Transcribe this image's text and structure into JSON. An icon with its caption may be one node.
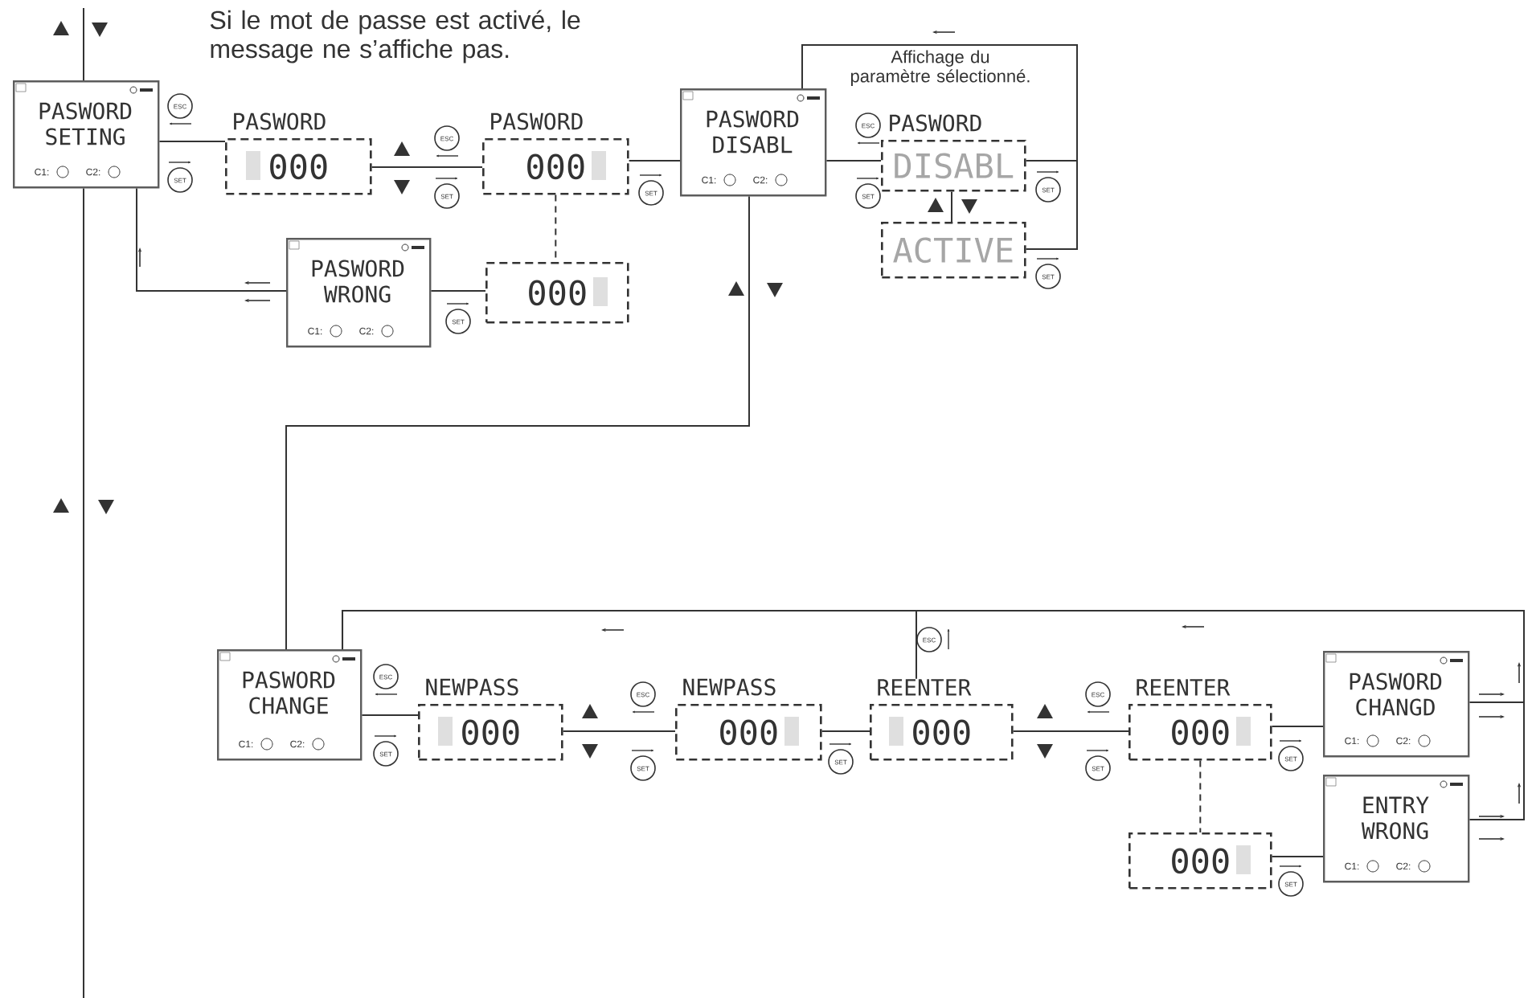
{
  "diagram": {
    "nodes": [
      {
        "text": [
          "PASWORD SETING",
          "C1:",
          "C2:"
        ]
      },
      {
        "text": [
          "PASWORD",
          "000"
        ]
      },
      {
        "text": [
          "PASWORD",
          "000"
        ]
      },
      {
        "text": [
          "PASWORD WRONG",
          "C1:",
          "C2:"
        ]
      },
      {
        "text": [
          "000"
        ]
      },
      {
        "text": [
          "PASWORD DISABL",
          "C1:",
          "C2:"
        ]
      },
      {
        "text": [
          "PASWORD",
          "DISABL"
        ]
      },
      {
        "text": [
          "ACTIVE"
        ]
      },
      {
        "text": [
          "PASWORD CHANGE",
          "C1:",
          "C2:"
        ]
      },
      {
        "text": [
          "NEWPASS",
          "000"
        ]
      },
      {
        "text": [
          "NEWPASS",
          "000"
        ]
      },
      {
        "text": [
          "REENTER",
          "000"
        ]
      },
      {
        "text": [
          "REENTER",
          "000"
        ]
      },
      {
        "text": [
          "000"
        ]
      },
      {
        "text": [
          "PASWORD CHANGD",
          "C1:",
          "C2:"
        ]
      },
      {
        "text": [
          "ENTRY WRONG",
          "C1:",
          "C2:"
        ]
      }
    ],
    "edges": [
      {
        "from": null,
        "to": 0,
        "arrow": "none"
      },
      {
        "from": 0,
        "to": null,
        "arrow": "none"
      },
      {
        "from": 0,
        "to": 1,
        "arrow": "none"
      },
      {
        "from": 1,
        "to": 2,
        "arrow": "none"
      },
      {
        "from": 2,
        "to": 5,
        "arrow": "none"
      },
      {
        "from": 2,
        "to": 4,
        "arrow": "none",
        "style": "dashed"
      },
      {
        "from": 4,
        "to": 3,
        "arrow": "none"
      },
      {
        "from": 3,
        "to": 0,
        "arrow": "none"
      },
      {
        "from": 5,
        "to": 6,
        "arrow": "none"
      },
      {
        "from": 6,
        "to": 7,
        "arrow": "none"
      },
      {
        "from": 6,
        "to": 5,
        "arrow": "none"
      },
      {
        "from": 7,
        "to": 5,
        "arrow": "none"
      },
      {
        "from": 5,
        "to": 8,
        "arrow": "none"
      },
      {
        "from": 8,
        "to": 9,
        "arrow": "none"
      },
      {
        "from": 9,
        "to": 10,
        "arrow": "none"
      },
      {
        "from": 10,
        "to": 11,
        "arrow": "none"
      },
      {
        "from": 11,
        "to": 12,
        "arrow": "none"
      },
      {
        "from": 12,
        "to": 14,
        "arrow": "none"
      },
      {
        "from": 12,
        "to": 13,
        "arrow": "none",
        "style": "dashed"
      },
      {
        "from": 13,
        "to": 15,
        "arrow": "none"
      },
      {
        "from": 14,
        "to": 8,
        "arrow": "none"
      },
      {
        "from": 15,
        "to": 8,
        "arrow": "none"
      },
      {
        "from": 11,
        "to": 8,
        "arrow": "none"
      }
    ],
    "labels": [
      "Si le mot de passe est activé, le message ne s’affiche pas.",
      "ESC",
      "SET",
      "ESC",
      "SET",
      "SET",
      "SET",
      "Affichage du paramètre sélectionné.",
      "ESC",
      "SET",
      "SET",
      "SET",
      "ESC",
      "ESC",
      "SET",
      "ESC",
      "SET",
      "SET",
      "ESC",
      "SET",
      "SET",
      "SET"
    ]
  }
}
